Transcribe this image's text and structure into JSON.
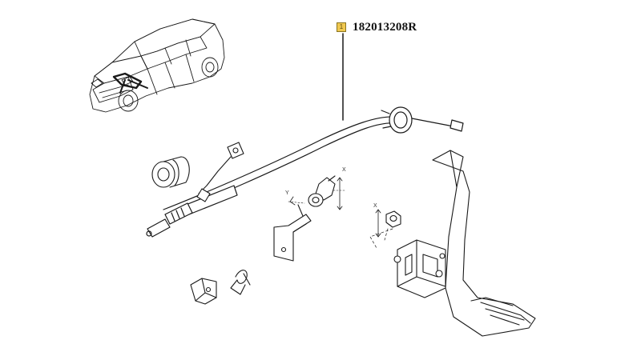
{
  "callout": {
    "marker_text": "1",
    "part_number": "182013208R"
  },
  "axis_labels": {
    "x1": "X",
    "y1": "Y",
    "x2": "X"
  },
  "colors": {
    "line": "#1a1a1a",
    "marker_fill": "#f0c850",
    "marker_border": "#8a7420"
  }
}
